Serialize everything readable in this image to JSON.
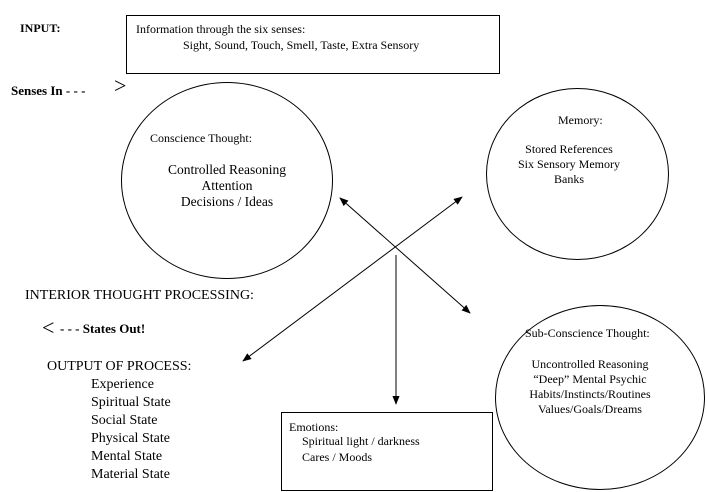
{
  "input": {
    "label": "INPUT:",
    "title": "Information through the six senses:",
    "senses": "Sight, Sound, Touch, Smell, Taste, Extra Sensory"
  },
  "senses_in": {
    "label": "Senses In - - -",
    "arrow": ">"
  },
  "conscience": {
    "title": "Conscience Thought:",
    "lines": [
      "Controlled Reasoning",
      "Attention",
      "Decisions / Ideas"
    ]
  },
  "memory": {
    "title": "Memory:",
    "lines": [
      "Stored References",
      "Six Sensory Memory",
      "Banks"
    ]
  },
  "subconscience": {
    "title": "Sub-Conscience Thought:",
    "lines": [
      "Uncontrolled Reasoning",
      "“Deep” Mental Psychic",
      "Habits/Instincts/Routines",
      "Values/Goals/Dreams"
    ]
  },
  "emotions": {
    "title": "Emotions:",
    "lines": [
      "Spiritual light / darkness",
      "Cares / Moods"
    ]
  },
  "interior": {
    "label": "INTERIOR THOUGHT PROCESSING:"
  },
  "states_out": {
    "arrow": "<",
    "label": "- - - States Out!"
  },
  "output": {
    "title": "OUTPUT OF PROCESS:",
    "items": [
      "Experience",
      "Spiritual State",
      "Social State",
      "Physical State",
      "Mental State",
      "Material State"
    ]
  }
}
